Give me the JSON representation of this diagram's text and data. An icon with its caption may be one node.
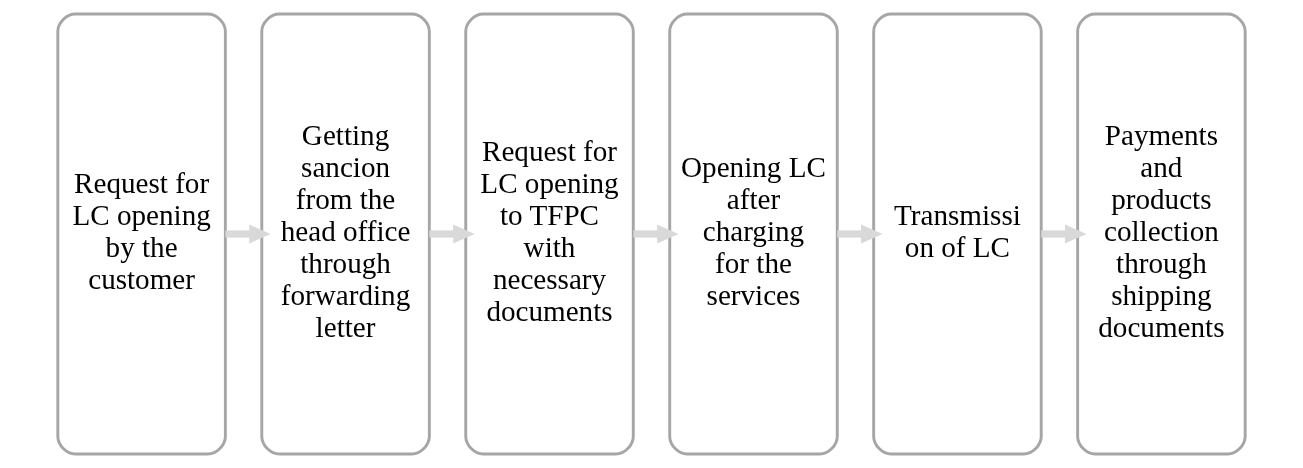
{
  "diagram": {
    "nodes": [
      {
        "text": [
          "Request for LC opening by the customer"
        ]
      },
      {
        "text": [
          "Getting sancion from the head office through forwarding letter"
        ]
      },
      {
        "text": [
          "Request for LC opening to TFPC with necessary documents"
        ]
      },
      {
        "text": [
          "Opening LC after charging for the services"
        ]
      },
      {
        "text": [
          "Transmissi on of LC"
        ]
      },
      {
        "text": [
          "Payments and products collection through shipping documents"
        ]
      }
    ],
    "edges": [
      {
        "from": 0,
        "to": 1,
        "arrow": "to"
      },
      {
        "from": 1,
        "to": 2,
        "arrow": "to"
      },
      {
        "from": 2,
        "to": 3,
        "arrow": "to"
      },
      {
        "from": 3,
        "to": 4,
        "arrow": "to"
      },
      {
        "from": 4,
        "to": 5,
        "arrow": "to"
      }
    ]
  }
}
